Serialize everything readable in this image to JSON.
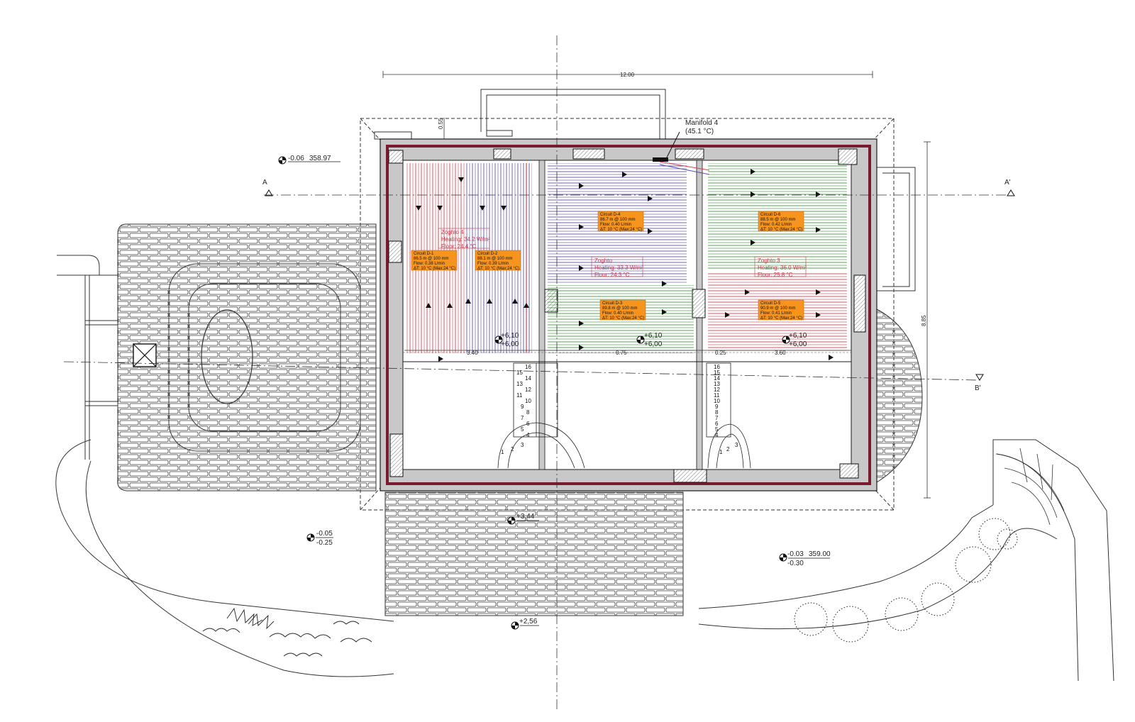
{
  "colors": {
    "wall_outer": "#7a1a2e",
    "wall_fill": "#c8c8c8",
    "pipe_red": "#d9424f",
    "pipe_blue": "#5b4fb0",
    "pipe_green": "#3f9a3f",
    "label_bg": "#f7941d",
    "zone_text": "#c03a4a",
    "line": "#1a1a1a"
  },
  "dimensions": {
    "width": "12.00",
    "depth": "8.85",
    "small_top": "0.55",
    "room_a": "3.40",
    "room_b": "0.75",
    "room_c": "0.25",
    "room_d": "3.60"
  },
  "sections": {
    "a": "A",
    "a_prime": "A'",
    "b_prime": "B'"
  },
  "manifold": {
    "name": "Manifold 4",
    "temp": "(45.1 °C)"
  },
  "levels": [
    {
      "id": "tl",
      "line1": "-0.06",
      "line2": "358.97"
    },
    {
      "id": "r1",
      "line1": "+6,10",
      "line2": "+6,00"
    },
    {
      "id": "r2",
      "line1": "+6,10",
      "line2": "+6,00"
    },
    {
      "id": "r3",
      "line1": "+6,10",
      "line2": "+6,00"
    },
    {
      "id": "terrace",
      "line1": "+3,44",
      "line2": ""
    },
    {
      "id": "left",
      "line1": "-0.05",
      "line2": "-0.25"
    },
    {
      "id": "right",
      "line1": "-0.03",
      "line2": "359.00"
    },
    {
      "id": "right_b",
      "line1": "-0.30",
      "line2": ""
    },
    {
      "id": "bottom",
      "line1": "+2,56",
      "line2": ""
    }
  ],
  "zones": [
    {
      "id": "z4",
      "name": "Zoghto 4",
      "heating": "Heating: 34.2 W/m²",
      "floor": "Floor: 24.4 °C"
    },
    {
      "id": "z2",
      "name": "Zoghto",
      "heating": "Heating: 33.3 W/m²",
      "floor": "Floor: 24.3 °C"
    },
    {
      "id": "z3",
      "name": "Zoghto 3",
      "heating": "Heating: 36.0 W/m²",
      "floor": "Floor: 25.8 °C"
    }
  ],
  "circuits": [
    {
      "id": "D-1",
      "title": "Circuit D-1",
      "length": "86.5 m @ 100 mm",
      "flow": "Flow: 0.38 L/min",
      "dt": "ΔT: 10 °C (Max:24 °C)"
    },
    {
      "id": "D-2",
      "title": "Circuit D-2",
      "length": "88.1 m @ 100 mm",
      "flow": "Flow: 0.39 L/min",
      "dt": "ΔT: 10 °C (Max:24 °C)"
    },
    {
      "id": "D-4",
      "title": "Circuit D-4",
      "length": "86.7 m @ 100 mm",
      "flow": "Flow: 0.40 L/min",
      "dt": "ΔT: 10 °C (Max:24 °C)"
    },
    {
      "id": "D-3",
      "title": "Circuit D-3",
      "length": "89.8 m @ 100 mm",
      "flow": "Flow: 0.40 L/min",
      "dt": "ΔT: 10 °C (Max:24 °C)"
    },
    {
      "id": "D-6",
      "title": "Circuit D-6",
      "length": "88.5 m @ 100 mm",
      "flow": "Flow: 0.42 L/min",
      "dt": "ΔT: 10 °C (Max:24 °C)"
    },
    {
      "id": "D-5",
      "title": "Circuit D-5",
      "length": "90.9 m @ 100 mm",
      "flow": "Flow: 0.41 L/min",
      "dt": "ΔT: 10 °C (Max:24 °C)"
    }
  ],
  "stairs": {
    "left": [
      "16",
      "15",
      "14",
      "13",
      "12",
      "11",
      "10",
      "9",
      "8",
      "7",
      "6",
      "5",
      "4"
    ],
    "left_curve": [
      "1",
      "2",
      "3"
    ],
    "right": [
      "16",
      "15",
      "14",
      "13",
      "12",
      "11",
      "10",
      "9",
      "8",
      "7",
      "6",
      "5",
      "4"
    ],
    "right_curve": [
      "1",
      "2",
      "3"
    ]
  }
}
